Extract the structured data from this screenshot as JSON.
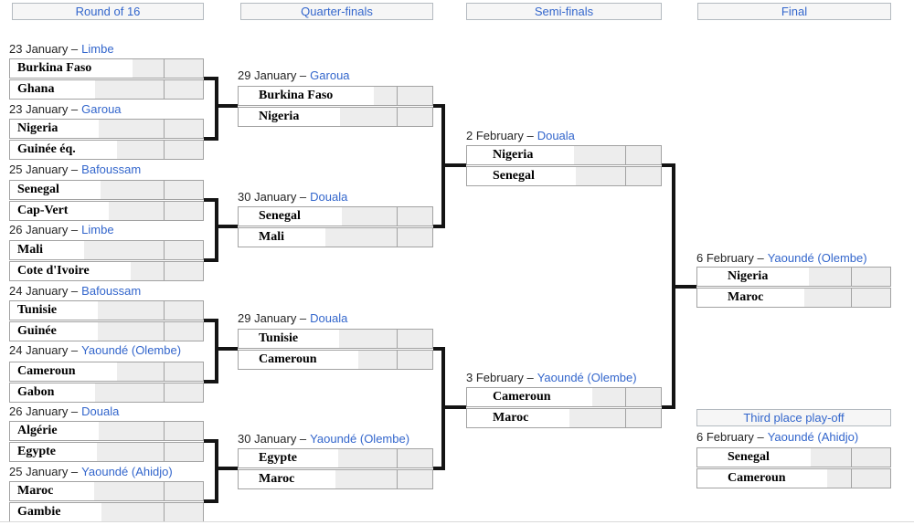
{
  "headers": {
    "round_of_16": "Round of 16",
    "quarter_finals": "Quarter-finals",
    "semi_finals": "Semi-finals",
    "final": "Final",
    "third_place": "Third place play-off"
  },
  "colors": {
    "link_blue": "#3366cc",
    "box_border": "#a2a2a2",
    "cell_gray": "#ededed",
    "connector_black": "#141414",
    "header_bg": "#f6f6f6"
  },
  "bracket": {
    "round_of_16": [
      {
        "date_label": "23 January –",
        "venue": "Limbe",
        "team1": "Burkina Faso",
        "team2": "Ghana",
        "score1": "",
        "score2": ""
      },
      {
        "date_label": "23 January –",
        "venue": "Garoua",
        "team1": "Nigeria",
        "team2": "Guinée éq.",
        "score1": "",
        "score2": ""
      },
      {
        "date_label": "25 January –",
        "venue": "Bafoussam",
        "team1": "Senegal",
        "team2": "Cap-Vert",
        "score1": "",
        "score2": ""
      },
      {
        "date_label": "26 January –",
        "venue": "Limbe",
        "team1": "Mali",
        "team2": "Cote d'Ivoire",
        "score1": "",
        "score2": ""
      },
      {
        "date_label": "24 January –",
        "venue": "Bafoussam",
        "team1": "Tunisie",
        "team2": "Guinée",
        "score1": "",
        "score2": ""
      },
      {
        "date_label": "24 January –",
        "venue": "Yaoundé (Olembe)",
        "team1": "Cameroun",
        "team2": "Gabon",
        "score1": "",
        "score2": ""
      },
      {
        "date_label": "26 January –",
        "venue": "Douala",
        "team1": "Algérie",
        "team2": "Egypte",
        "score1": "",
        "score2": ""
      },
      {
        "date_label": "25 January –",
        "venue": "Yaoundé (Ahidjo)",
        "team1": "Maroc",
        "team2": "Gambie",
        "score1": "",
        "score2": ""
      }
    ],
    "quarter_finals": [
      {
        "date_label": "29 January –",
        "venue": "Garoua",
        "team1": "Burkina Faso",
        "team2": "Nigeria",
        "score1": "",
        "score2": ""
      },
      {
        "date_label": "30 January –",
        "venue": "Douala",
        "team1": "Senegal",
        "team2": "Mali",
        "score1": "",
        "score2": ""
      },
      {
        "date_label": "29 January –",
        "venue": "Douala",
        "team1": "Tunisie",
        "team2": "Cameroun",
        "score1": "",
        "score2": ""
      },
      {
        "date_label": "30 January –",
        "venue": "Yaoundé (Olembe)",
        "team1": "Egypte",
        "team2": "Maroc",
        "score1": "",
        "score2": ""
      }
    ],
    "semi_finals": [
      {
        "date_label": "2 February –",
        "venue": "Douala",
        "team1": "Nigeria",
        "team2": "Senegal",
        "score1": "",
        "score2": ""
      },
      {
        "date_label": "3 February –",
        "venue": "Yaoundé (Olembe)",
        "team1": "Cameroun",
        "team2": "Maroc",
        "score1": "",
        "score2": ""
      }
    ],
    "final": {
      "date_label": "6 February –",
      "venue": "Yaoundé (Olembe)",
      "team1": "Nigeria",
      "team2": "Maroc",
      "score1": "",
      "score2": ""
    },
    "third_place": {
      "date_label": "6 February –",
      "venue": "Yaoundé (Ahidjo)",
      "team1": "Senegal",
      "team2": "Cameroun",
      "score1": "",
      "score2": ""
    }
  }
}
